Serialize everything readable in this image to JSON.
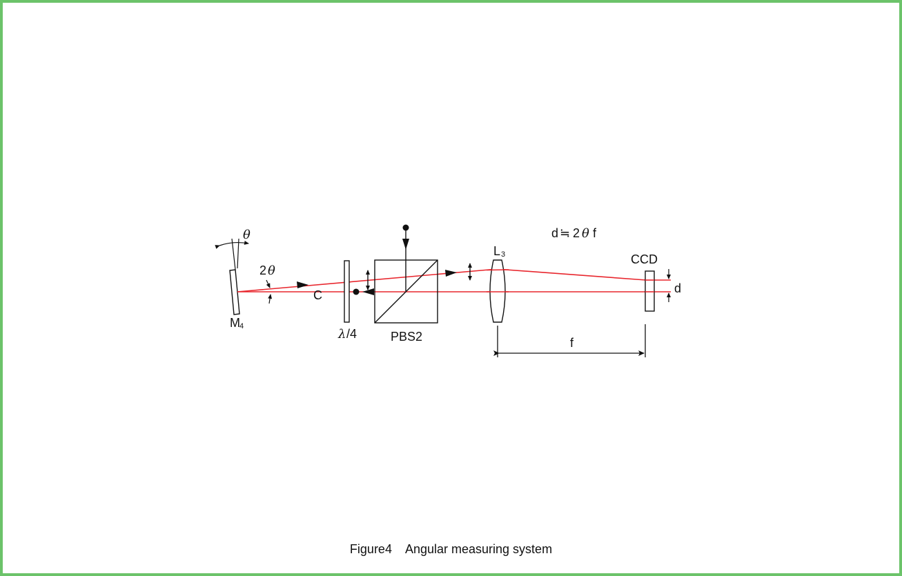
{
  "labels": {
    "theta": "θ",
    "two": "2",
    "mirror": "M",
    "mirror_sub": "4",
    "circular_mark": "C",
    "lambda": "λ",
    "quarter": "/4",
    "pbs": "PBS2",
    "lens": "L",
    "lens_sub": "3",
    "ccd": "CCD",
    "d": "d",
    "f": "f",
    "formula_d": "d",
    "formula_approx": "≒",
    "formula_2": "2",
    "formula_theta": "θ",
    "formula_f": "f"
  },
  "caption": {
    "figure": "Figure4",
    "title": "Angular measuring system"
  },
  "colors": {
    "frame": "#6cc36a",
    "beam": "#e8262d",
    "ink": "#111111"
  }
}
